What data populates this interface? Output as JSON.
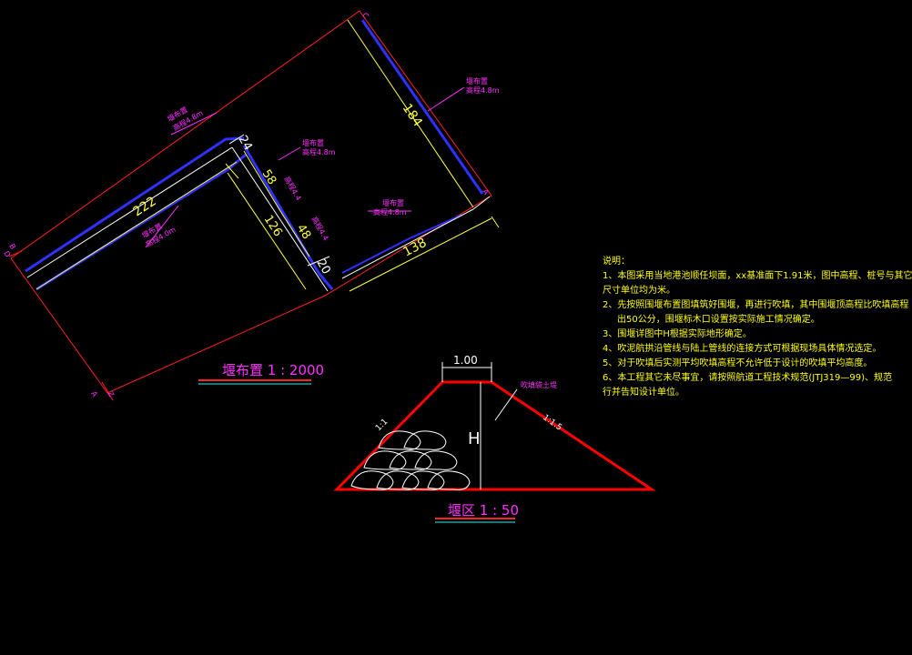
{
  "colors": {
    "background": "#000000",
    "outline": "#ff2020",
    "wall": "#3030ff",
    "dimension": "#ffff40",
    "label": "#ff30ff",
    "notes": "#ffff00",
    "underline_cyan": "#00ffff",
    "dike": "#ff0000",
    "white": "#ffffff"
  },
  "plan": {
    "corners": {
      "c": "C",
      "b": "B",
      "a1": "A",
      "a2": "A",
      "d": "D",
      "z": "Z"
    },
    "dims": {
      "d222": "222",
      "d184": "184",
      "d138": "138",
      "d126": "126",
      "d58": "58",
      "d48": "48",
      "d24": "24",
      "d20": "20"
    },
    "labels": {
      "wall1_name": "堰布置",
      "wall1_height": "高程4.8m",
      "wall2_name": "堰布置",
      "wall2_height": "高程4.8m",
      "wall3_name": "堰布置",
      "wall3_height": "高程4.8m",
      "wall4_name": "堰布置",
      "wall4_height": "高程4.8m",
      "wall5_name": "堰布置",
      "wall5_height": "高程4.0m",
      "side1": "高程4.4",
      "side2": "高程4.4"
    },
    "title": "堰布置 1 : 2000"
  },
  "section": {
    "top_width": "1.00",
    "height_label": "H",
    "slope_left": "1:1",
    "slope_right": "1:1.5",
    "fill_label": "吹填袋土堤",
    "title": "堰区 1 : 50"
  },
  "notes": {
    "heading": "说明：",
    "l1": "1、本图采用当地港池顺任坝面，xx基准面下1.91米，图中高程、桩号与其它",
    "l1b": "尺寸单位均为米。",
    "l2": "2、先按照围堰布置图填筑好围堰，再进行吹填，其中围堰顶高程比吹填高程",
    "l2b": "出50公分，围堰标木口设置按实际施工情况确定。",
    "l3": "3、围堰详图中H根据实际地形确定。",
    "l4": "4、吹泥航拱沿管线与陆上管线的连接方式可根据现场具体情况选定。",
    "l5": "5、对于吹填后实测平均吹填高程不允许低于设计的吹填平均高度。",
    "l6": "6、本工程其它未尽事宜，请按照航道工程技术规范(JTJ319—99)、规范",
    "l6b": "行并告知设计单位。"
  }
}
